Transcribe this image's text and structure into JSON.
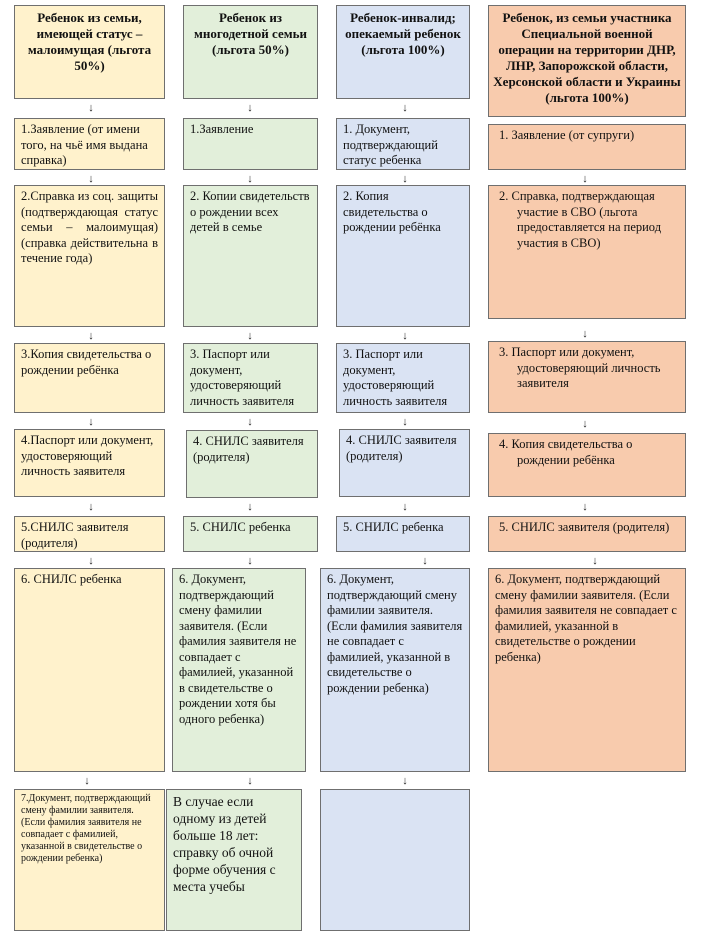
{
  "columns": [
    {
      "header": "Ребенок из семьи, имеющей статус – малоимущая (льгота 50%)",
      "items": [
        "1.Заявление (от имени того, на чьё имя выдана справка)",
        "2.Справка из соц. защиты (подтверждающая статус семьи – малоимущая) (справка действительна в течение года)",
        "3.Копия свидетельства о рождении ребёнка",
        "4.Паспорт или документ, удостоверяющий личность заявителя",
        "5.СНИЛС заявителя (родителя)",
        "6. СНИЛС ребенка",
        "7.Документ, подтверждающий смену фамилии заявителя. (Если фамилия заявителя не совпадает с фамилией, указанной в свидетельстве о рождении ребенка)"
      ]
    },
    {
      "header": "Ребенок из многодетной семьи (льгота 50%)",
      "items": [
        "1.Заявление",
        "2. Копии свидетельств о рождении всех детей в семье",
        "3. Паспорт или документ, удостоверяющий личность заявителя",
        "4. СНИЛС заявителя (родителя)",
        "5. СНИЛС ребенка",
        "6. Документ, подтверждающий смену фамилии заявителя. (Если фамилия заявителя не совпадает с фамилией, указанной в свидетельстве о рождении хотя бы одного ребенка)",
        "В случае если одному из детей больше 18 лет: справку об очной форме обучения с места учебы"
      ]
    },
    {
      "header": "Ребенок-инвалид; опекаемый ребенок (льгота 100%)",
      "items": [
        "1. Документ, подтверждающий статус ребенка",
        "2. Копия свидетельства о рождении ребёнка",
        "3. Паспорт или документ, удостоверяющий личность заявителя",
        "4. СНИЛС заявителя (родителя)",
        "5. СНИЛС ребенка",
        "6. Документ, подтверждающий смену фамилии заявителя. (Если фамилия заявителя не совпадает с фамилией, указанной в свидетельстве о рождении ребенка)",
        ""
      ]
    },
    {
      "header": "Ребенок, из семьи участника Специальной военной операции на территории ДНР, ЛНР, Запорожской области, Херсонской области и Украины (льгота 100%)",
      "items": [
        "1. Заявление (от супруги)",
        "2. Справка, подтверждающая участие в СВО (льгота предоставляется на период участия в СВО)",
        "3. Паспорт или документ, удостоверяющий личность заявителя",
        "4. Копия свидетельства о рождении ребёнка",
        "5. СНИЛС заявителя (родителя)",
        "6. Документ, подтверждающий смену фамилии заявителя. (Если фамилия заявителя не совпадает с фамилией, указанной в свидетельстве о рождении ребенка)"
      ]
    }
  ],
  "arrow_glyph": "↓",
  "colors": {
    "col1": "#fff2cc",
    "col2": "#e2efda",
    "col3": "#dae3f3",
    "col4": "#f8cbad",
    "border": "#6f6f6f"
  }
}
